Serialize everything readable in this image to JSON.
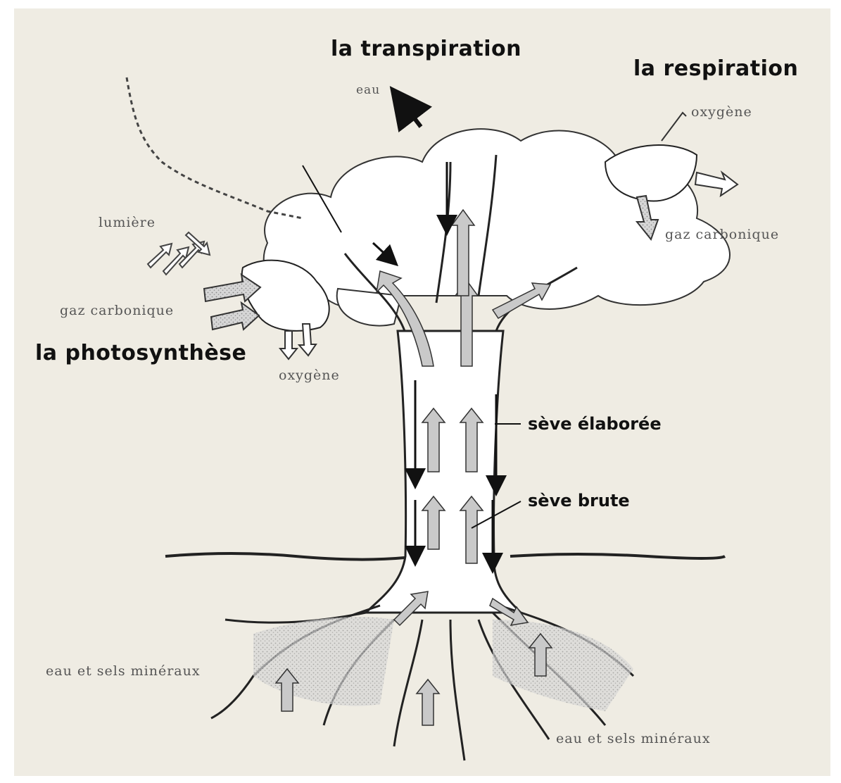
{
  "labels": {
    "transpiration_title": "la transpiration",
    "respiration_title": "la respiration",
    "photosynthesis_title": "la photosynthèse",
    "eau": "eau",
    "oxygene_top": "oxygène",
    "gaz_carbonique_right": "gaz carbonique",
    "lumiere": "lumière",
    "gaz_carbonique_left": "gaz carbonique",
    "oxygene_left": "oxygène",
    "seve_elaboree": "sève élaborée",
    "seve_brute": "sève brute",
    "eau_sels_left": "eau et sels minéraux",
    "eau_sels_bottom": "eau et sels minéraux"
  },
  "colors": {
    "background": "#efece3",
    "ink": "#111111",
    "arrow_fill": "#c9c9c9"
  }
}
